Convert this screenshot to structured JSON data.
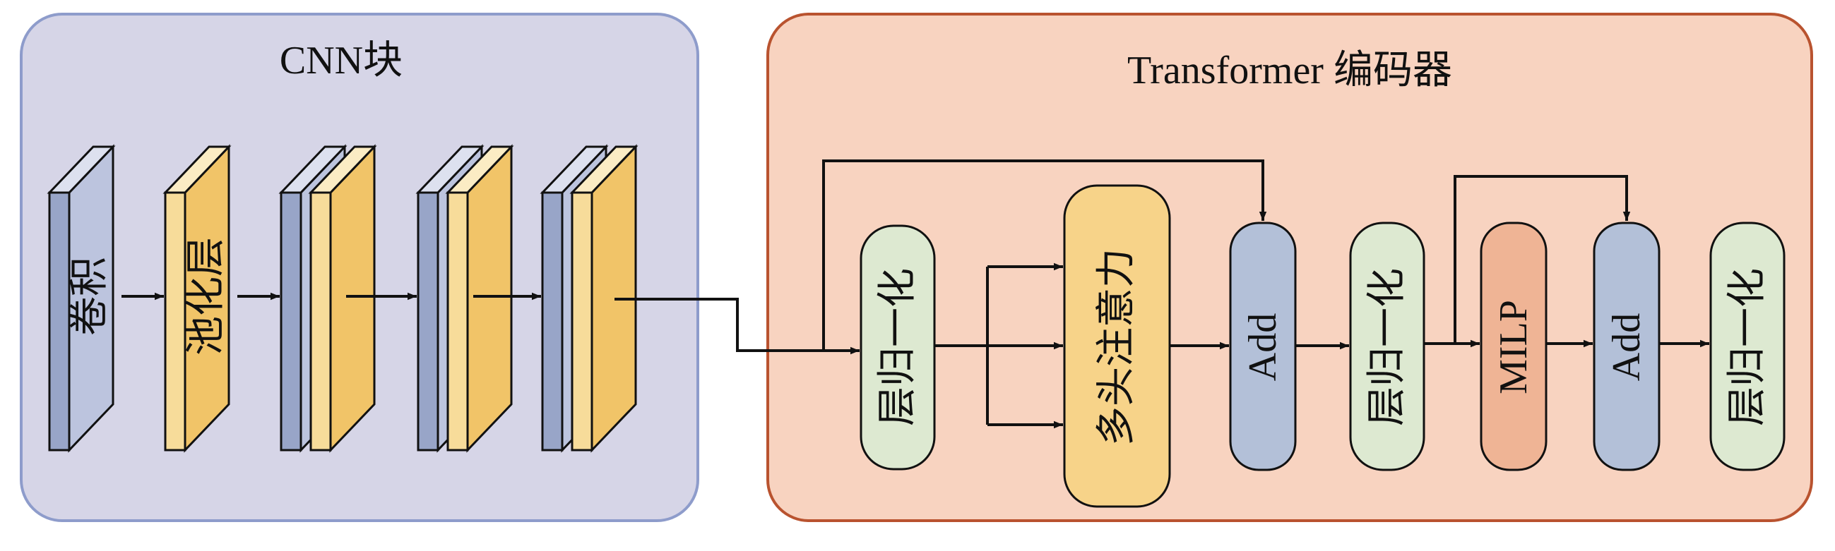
{
  "cnn_block": {
    "title": "CNN块",
    "layers": {
      "conv_label": "卷积",
      "pool_label": "池化层"
    }
  },
  "transformer_block": {
    "title": "Transformer 编码器",
    "nodes": {
      "layernorm_1": "层归一化",
      "multihead_attention": "多头注意力",
      "add_1": "Add",
      "layernorm_2": "层归一化",
      "mlp": "MILP",
      "add_2": "Add",
      "layernorm_3": "层归一化"
    }
  },
  "colors": {
    "cnn_panel_fill": "#d6d5e7",
    "cnn_panel_stroke": "#8e9ccb",
    "transformer_panel_fill": "#f8d3c0",
    "transformer_panel_stroke": "#b9532f",
    "conv_front": "#98a5c8",
    "conv_side": "#bcc4de",
    "conv_top": "#dde1ef",
    "pool_front": "#f1c468",
    "pool_side": "#f7dc9a",
    "pool_top": "#fbecc4",
    "layernorm_fill": "#dde9d1",
    "attention_fill": "#f7d389",
    "add_fill": "#b3c0d8",
    "mlp_fill": "#efb495",
    "stroke": "#111111"
  }
}
